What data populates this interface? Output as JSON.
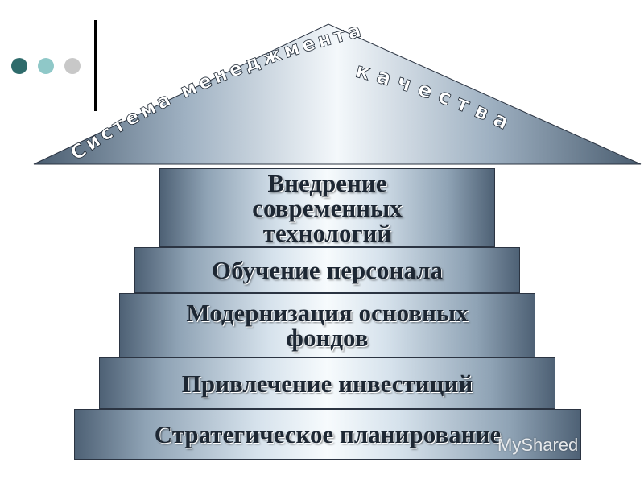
{
  "roof": {
    "line1": "Система менеджмента",
    "line2": "качества"
  },
  "steps": [
    {
      "label": "Внедрение\nсовременных\nтехнологий"
    },
    {
      "label": "Обучение персонала"
    },
    {
      "label": "Модернизация основных\nфондов"
    },
    {
      "label": "Привлечение инвестиций"
    },
    {
      "label": "Стратегическое планирование"
    }
  ],
  "watermark": "MyShared",
  "colors": {
    "dot1": "#2e6b6b",
    "dot2": "#8fc8c8",
    "dot3": "#c8c8c8"
  }
}
